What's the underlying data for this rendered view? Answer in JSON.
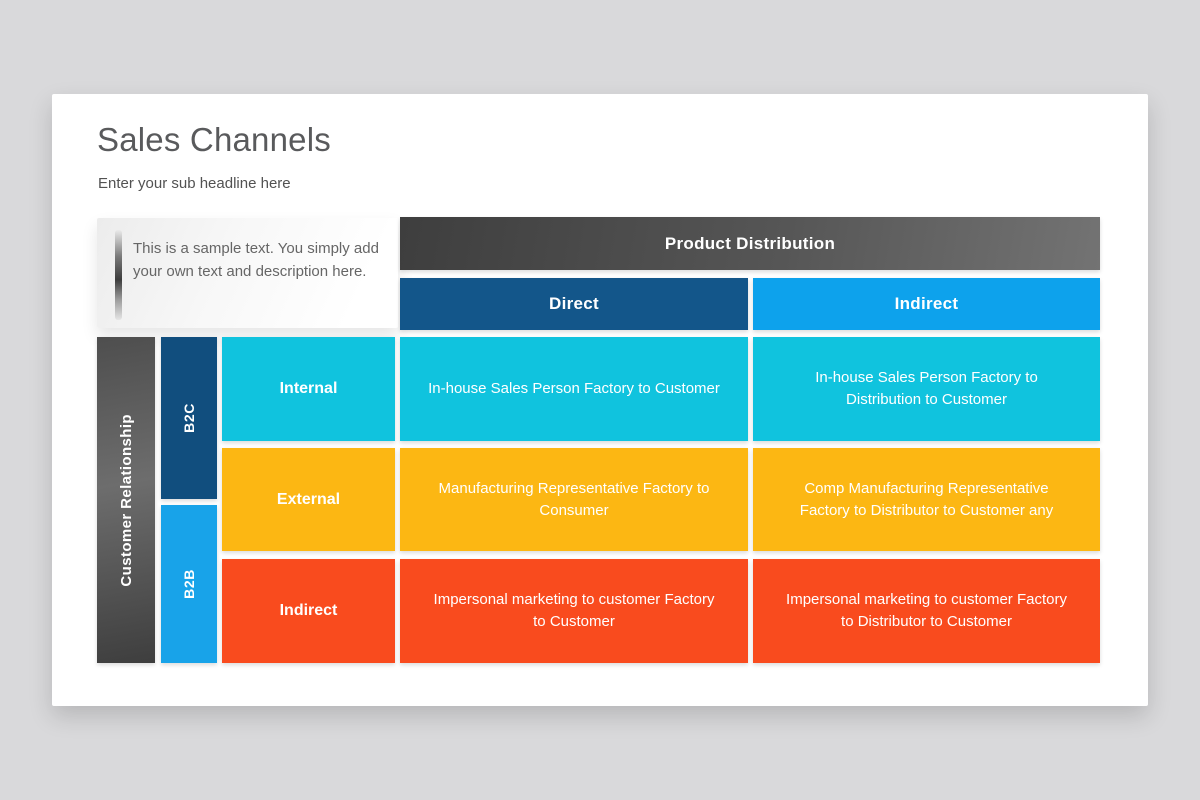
{
  "slide": {
    "title": "Sales Channels",
    "subtitle": "Enter your sub headline here",
    "note": "This is a sample text. You simply add your own text and description here."
  },
  "matrix": {
    "top_header": "Product Distribution",
    "left_header": "Customer Relationship",
    "col_headers": [
      {
        "label": "Direct",
        "color": "#13568a"
      },
      {
        "label": "Indirect",
        "color": "#0da2ec"
      }
    ],
    "group_headers": [
      {
        "label": "B2C",
        "color": "#114e7e"
      },
      {
        "label": "B2B",
        "color": "#18a3e9"
      }
    ],
    "rows": [
      {
        "label": "Internal",
        "color": "#10c3de",
        "direct": "In-house Sales Person Factory to Customer",
        "indirect": "In-house Sales Person Factory to Distribution to Customer"
      },
      {
        "label": "External",
        "color": "#fcb713",
        "direct": "Manufacturing Representative Factory to Consumer",
        "indirect": "Comp Manufacturing Representative Factory to Distributor to Customer any"
      },
      {
        "label": "Indirect",
        "color": "#f94b1e",
        "direct": "Impersonal marketing to customer Factory to Customer",
        "indirect": "Impersonal marketing to customer Factory to Distributor to Customer"
      }
    ]
  },
  "colors": {
    "page_background": "#d9d9db",
    "card_background": "#ffffff",
    "title_text": "#595a5c",
    "top_header_gradient_from": "#3e3e3e",
    "top_header_gradient_to": "#737373",
    "left_header_gradient_from": "#4e4e4e",
    "left_header_gradient_to": "#3e3e3e",
    "cell_text": "#ffffff"
  }
}
